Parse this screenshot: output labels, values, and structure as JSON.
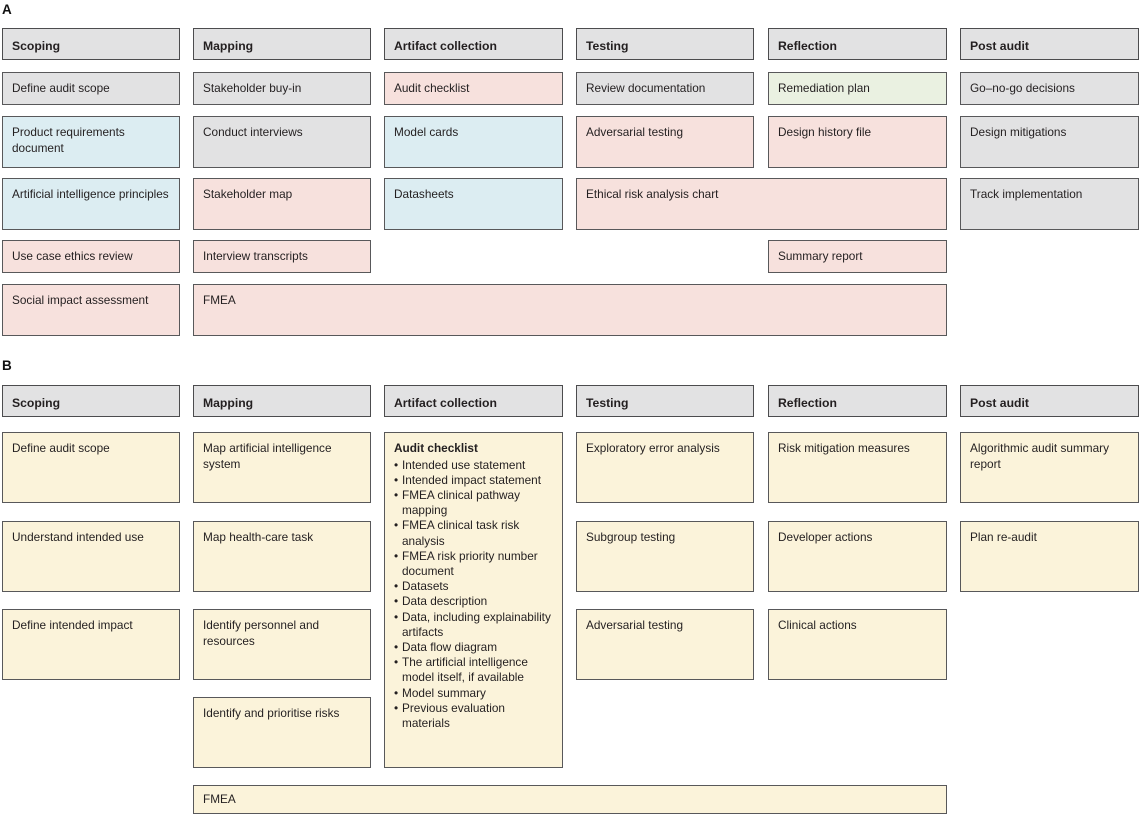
{
  "figure": {
    "panels": [
      {
        "id": "panel-a",
        "letter": "A",
        "columns": [
          {
            "key": "scoping",
            "header": "Scoping"
          },
          {
            "key": "mapping",
            "header": "Mapping"
          },
          {
            "key": "artifact",
            "header": "Artifact collection"
          },
          {
            "key": "testing",
            "header": "Testing"
          },
          {
            "key": "reflection",
            "header": "Reflection"
          },
          {
            "key": "postaudit",
            "header": "Post audit"
          }
        ],
        "items": [
          {
            "text": "Define audit scope",
            "color": "grey"
          },
          {
            "text": "Product requirements document",
            "color": "blue"
          },
          {
            "text": "Artificial intelligence principles",
            "color": "blue"
          },
          {
            "text": "Use case ethics review",
            "color": "pink"
          },
          {
            "text": "Social impact assessment",
            "color": "pink"
          },
          {
            "text": "Stakeholder buy-in",
            "color": "grey"
          },
          {
            "text": "Conduct interviews",
            "color": "grey"
          },
          {
            "text": "Stakeholder map",
            "color": "pink"
          },
          {
            "text": "Interview transcripts",
            "color": "pink"
          },
          {
            "text": "FMEA",
            "color": "pink"
          },
          {
            "text": "Audit checklist",
            "color": "pink"
          },
          {
            "text": "Model cards",
            "color": "blue"
          },
          {
            "text": "Datasheets",
            "color": "blue"
          },
          {
            "text": "Review documentation",
            "color": "grey"
          },
          {
            "text": "Adversarial testing",
            "color": "pink"
          },
          {
            "text": "Ethical risk analysis chart",
            "color": "pink"
          },
          {
            "text": "Remediation plan",
            "color": "green"
          },
          {
            "text": "Design history file",
            "color": "pink"
          },
          {
            "text": "Summary report",
            "color": "pink"
          },
          {
            "text": "Go–no-go decisions",
            "color": "grey"
          },
          {
            "text": "Design mitigations",
            "color": "grey"
          },
          {
            "text": "Track implementation",
            "color": "grey"
          }
        ]
      },
      {
        "id": "panel-b",
        "letter": "B",
        "columns": [
          {
            "key": "scoping",
            "header": "Scoping"
          },
          {
            "key": "mapping",
            "header": "Mapping"
          },
          {
            "key": "artifact",
            "header": "Artifact collection"
          },
          {
            "key": "testing",
            "header": "Testing"
          },
          {
            "key": "reflection",
            "header": "Reflection"
          },
          {
            "key": "postaudit",
            "header": "Post audit"
          }
        ],
        "items": [
          {
            "text": "Define audit scope",
            "color": "cream"
          },
          {
            "text": "Understand intended use",
            "color": "cream"
          },
          {
            "text": "Define intended impact",
            "color": "cream"
          },
          {
            "text": "Map artificial intelligence system",
            "color": "cream"
          },
          {
            "text": "Map health-care task",
            "color": "cream"
          },
          {
            "text": "Identify personnel and resources",
            "color": "cream"
          },
          {
            "text": "Identify and prioritise risks",
            "color": "cream"
          },
          {
            "text": "Exploratory error analysis",
            "color": "cream"
          },
          {
            "text": "Subgroup testing",
            "color": "cream"
          },
          {
            "text": "Adversarial testing",
            "color": "cream"
          },
          {
            "text": "Risk mitigation measures",
            "color": "cream"
          },
          {
            "text": "Developer actions",
            "color": "cream"
          },
          {
            "text": "Clinical actions",
            "color": "cream"
          },
          {
            "text": "Algorithmic audit summary report",
            "color": "cream"
          },
          {
            "text": "Plan re-audit",
            "color": "cream"
          },
          {
            "text": "FMEA",
            "color": "cream"
          }
        ],
        "audit_checklist": {
          "title": "Audit checklist",
          "bullets": [
            "Intended use statement",
            "Intended impact statement",
            "FMEA clinical pathway mapping",
            "FMEA clinical task risk analysis",
            "FMEA risk priority number document",
            "Datasets",
            "Data description",
            "Data, including explainability artifacts",
            "Data flow diagram",
            "The artificial intelligence model itself, if available",
            "Model summary",
            "Previous evaluation materials"
          ]
        }
      }
    ],
    "colors": {
      "grey": "#e2e2e3",
      "pink": "#f7e1dd",
      "blue": "#dcedf2",
      "green": "#eaf1e1",
      "cream": "#fbf3da",
      "border": "#58585a",
      "text": "#231f20"
    }
  }
}
